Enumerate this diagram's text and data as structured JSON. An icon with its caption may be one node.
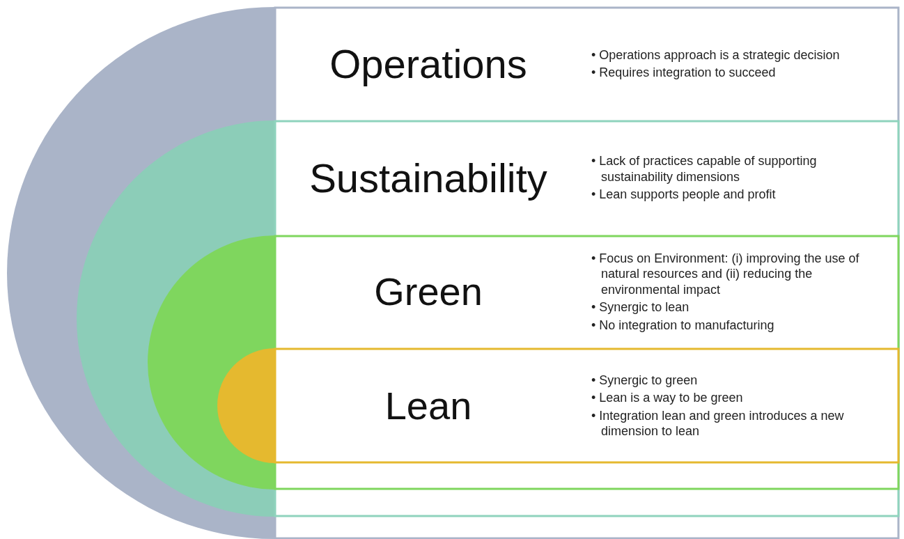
{
  "diagram": {
    "nodes": [
      {
        "text": [
          "Operations",
          "• Operations approach is a strategic decision",
          "• Requires integration to succeed"
        ]
      },
      {
        "text": [
          "Sustainability",
          "• Lack of practices capable of supporting sustainability dimensions",
          "• Lean supports people and profit"
        ],
        "in": 0
      },
      {
        "text": [
          "Green",
          "• Focus on Environment: (i) improving the use of natural resources and (ii) reducing the environmental impact",
          "• Synergic to lean",
          "• No integration to manufacturing"
        ],
        "in": 1
      },
      {
        "text": [
          "Lean",
          "• Synergic to green",
          "• Lean is a way to be green",
          "• Integration lean and green introduces a new dimension to lean"
        ],
        "in": 2
      }
    ]
  }
}
